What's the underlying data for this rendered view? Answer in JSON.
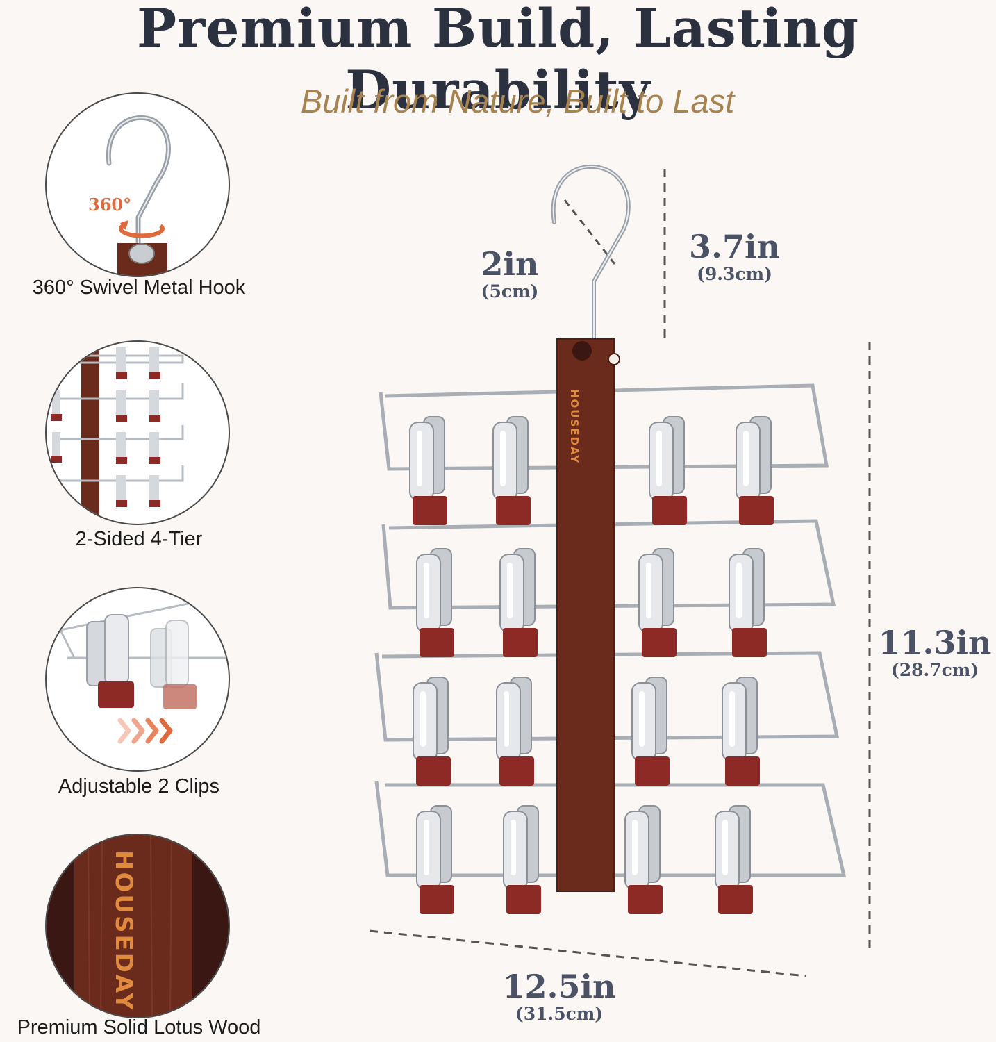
{
  "header": {
    "title": "Premium Build, Lasting Durability",
    "subtitle": "Built from Nature, Built to Last"
  },
  "features": [
    {
      "label": "360° Swivel Metal Hook",
      "badge": "360°"
    },
    {
      "label": "2-Sided 4-Tier"
    },
    {
      "label": "Adjustable 2 Clips"
    },
    {
      "label": "Premium Solid Lotus Wood",
      "brand": "HOUSEDAY"
    }
  ],
  "product": {
    "brand": "HOUSEDAY"
  },
  "dimensions": {
    "hook_width": {
      "inch": "2in",
      "cm": "(5cm)"
    },
    "hook_height": {
      "inch": "3.7in",
      "cm": "(9.3cm)"
    },
    "height": {
      "inch": "11.3in",
      "cm": "(28.7cm)"
    },
    "width": {
      "inch": "12.5in",
      "cm": "(31.5cm)"
    }
  },
  "colors": {
    "wood": "#6a2a1c",
    "clip_tip": "#8e2a26",
    "accent": "#a8834f",
    "badge": "#e06a3c"
  }
}
